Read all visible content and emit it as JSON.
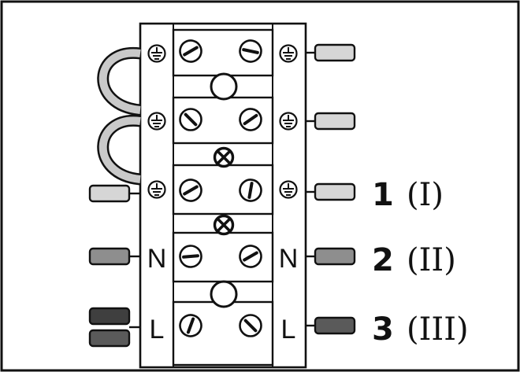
{
  "terminal_labels": {
    "neutral": "N",
    "live": "L"
  },
  "connection_labels": [
    {
      "number": "1",
      "roman": "(I)"
    },
    {
      "number": "2",
      "roman": "(II)"
    },
    {
      "number": "3",
      "roman": "(III)"
    }
  ],
  "colors": {
    "frame": "#111111",
    "background": "#ffffff",
    "wire_light": "#d6d6d6",
    "wire_medium": "#8e8e8e",
    "wire_dark": "#5a5a5a",
    "wire_darker": "#3f3f3f",
    "bridge": "#c9c9c9"
  }
}
